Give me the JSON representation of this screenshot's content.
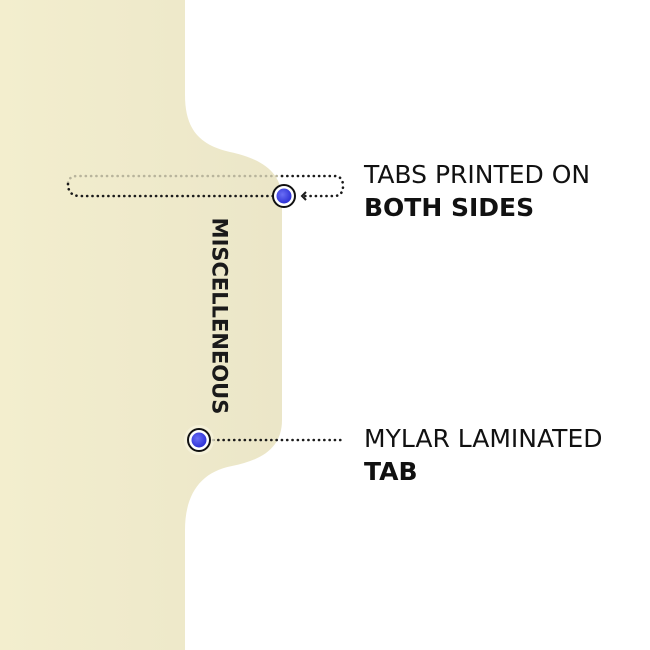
{
  "product": {
    "tab_text": "MISCELLENEOUS",
    "divider_color": "#efebcc",
    "marker_color": "#3b3fe0"
  },
  "callouts": [
    {
      "line1": "TABS PRINTED ON",
      "line2": "BOTH SIDES"
    },
    {
      "line1": "MYLAR LAMINATED",
      "line2": "TAB"
    }
  ]
}
